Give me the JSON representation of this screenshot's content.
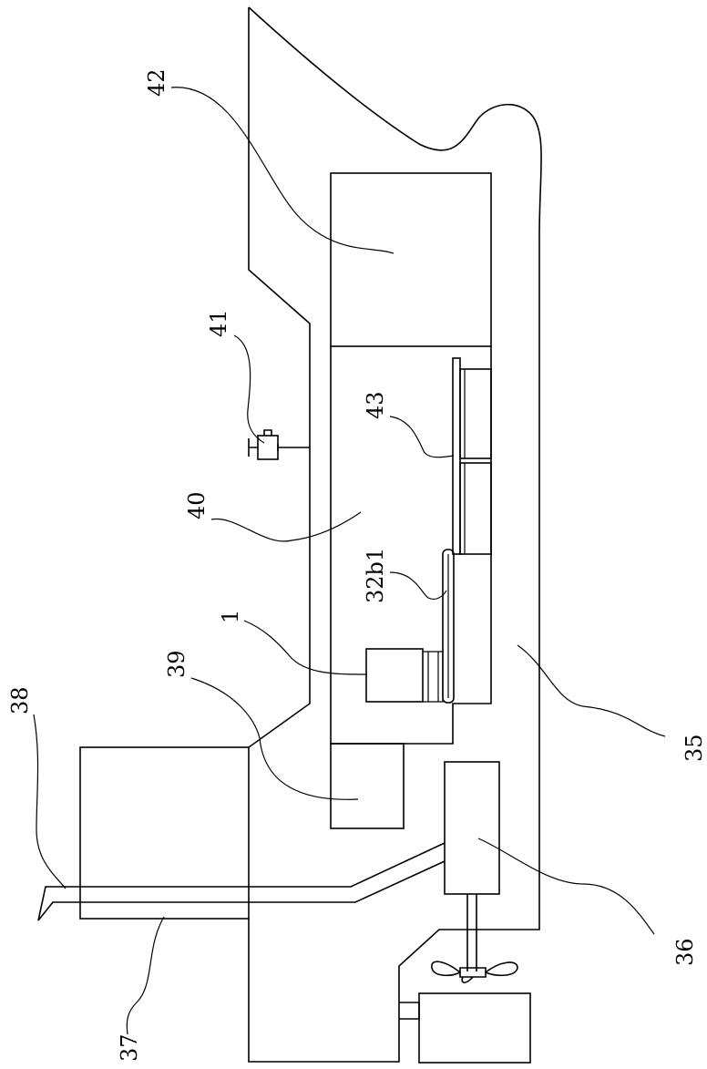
{
  "figure": {
    "label_rotation": "90deg counter-clockwise",
    "labels": {
      "l1": "1",
      "l32b1": "32b1",
      "l35": "35",
      "l36": "36",
      "l37": "37",
      "l38": "38",
      "l39": "39",
      "l40": "40",
      "l41": "41",
      "l42": "42",
      "l43": "43"
    },
    "colors": {
      "line": "#000000",
      "background": "#ffffff"
    }
  }
}
